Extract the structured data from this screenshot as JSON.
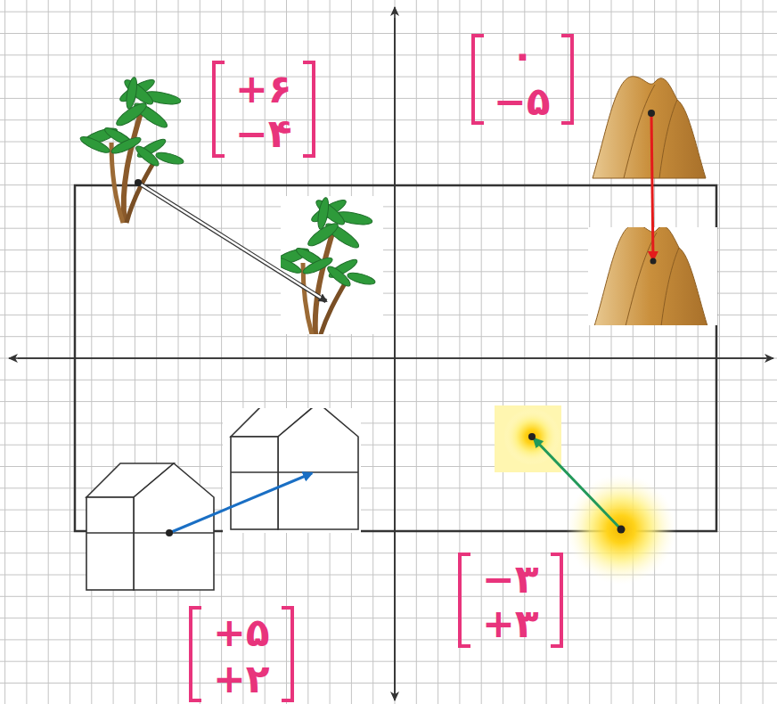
{
  "diagram": {
    "labels": [
      "+۶",
      "−۴",
      "۰",
      "−۵",
      "+۵",
      "+۲",
      "−۳",
      "+۳"
    ]
  }
}
